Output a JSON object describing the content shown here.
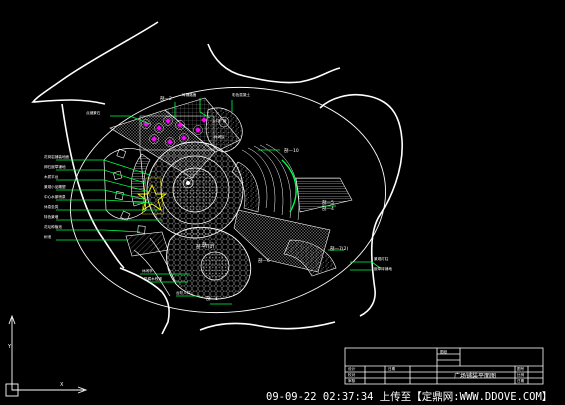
{
  "drawing": {
    "callouts": [
      "剖—1",
      "剖—2",
      "剖—3",
      "剖—4",
      "剖—5",
      "剖—6",
      "剖—7(1)",
      "剖—7(2)",
      "剖—10"
    ],
    "labels_left": [
      "花岗岩铺装地面",
      "卵石嵌草铺地",
      "木质平台",
      "景观小品雕塑",
      "中心水景喷泉",
      "休息坐凳",
      "特色景墙",
      "花坛种植池",
      "树池"
    ],
    "labels_top": [
      "砖铺路面",
      "彩色混凝土",
      "点缀景石"
    ],
    "labels_misc": [
      "入口广场",
      "休闲区",
      "景观灯柱",
      "嵌草砖铺地",
      "休闲亭",
      "防腐木栈道",
      "台阶入口"
    ],
    "title_block": {
      "drawing_title": "广场铺装平面图",
      "header": "图纸",
      "row_labels": [
        "设计",
        "校对",
        "审核",
        "日期"
      ],
      "right_labels": [
        "图号",
        "比例",
        "日期"
      ]
    }
  },
  "footer": {
    "timestamp": "09-09-22  02:37:34",
    "upload_text": "上传至【定鼎网:WWW.DDOVE.COM】"
  },
  "colors": {
    "background": "#000000",
    "lines": "#ffffff",
    "leaders": "#00ff44",
    "accent_magenta": "#ff00ff",
    "accent_yellow": "#ffff00"
  }
}
